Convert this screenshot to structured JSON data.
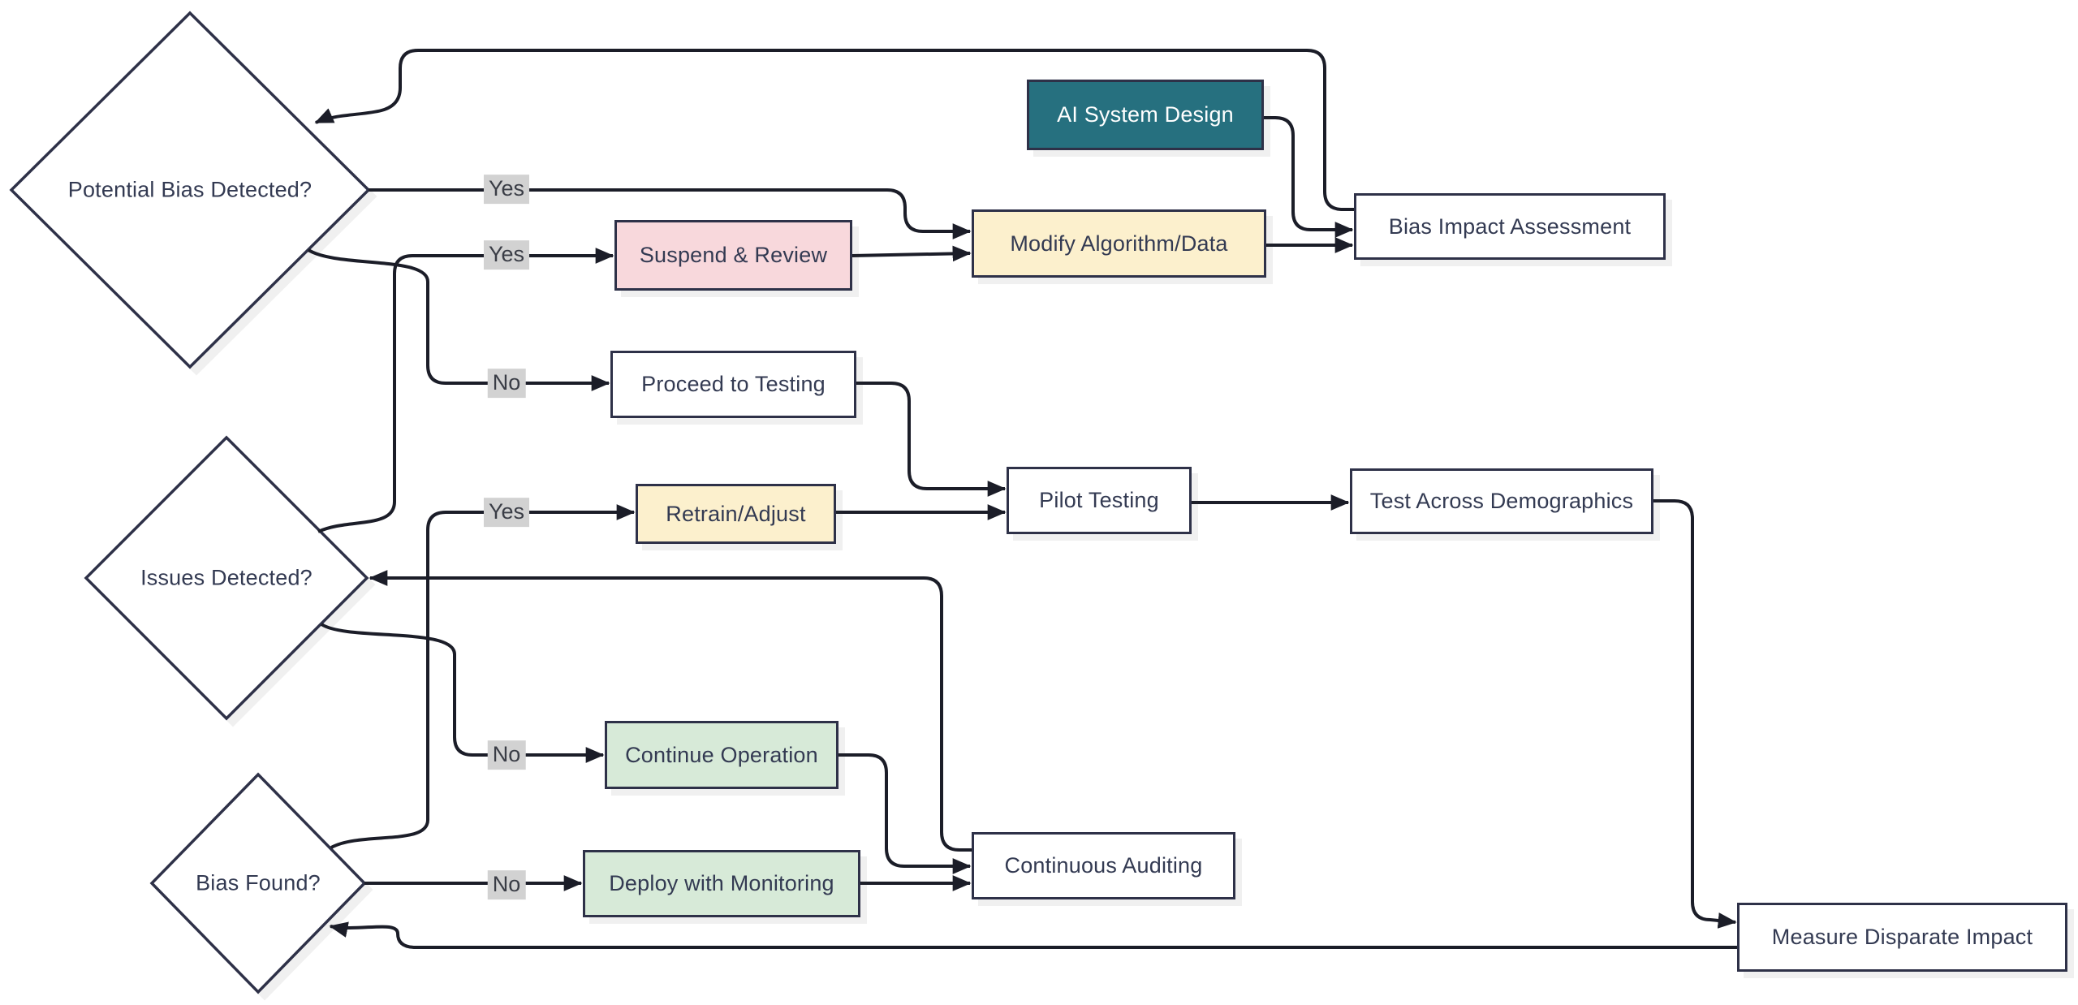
{
  "diagram": {
    "type": "flowchart",
    "title": "AI bias governance flowchart",
    "background": "#ffffff",
    "colors": {
      "edge_line": "#1b1d28",
      "node_border": "#2e3148",
      "node_text": "#333a52",
      "teal_fill": "#26707f",
      "teal_text": "#ffffff",
      "yellow_fill": "#fcf0cd",
      "pink_fill": "#f8d8dc",
      "green_fill": "#d7ead8",
      "white_fill": "#ffffff",
      "edge_label_bg": "#d2d2d2"
    },
    "nodes": {
      "ai_design": {
        "label": "AI System Design",
        "shape": "rect",
        "fill": "teal"
      },
      "bias_impact": {
        "label": "Bias Impact Assessment",
        "shape": "rect",
        "fill": "white"
      },
      "potential_bias": {
        "label": "Potential Bias Detected?",
        "shape": "diamond",
        "fill": "white"
      },
      "suspend": {
        "label": "Suspend & Review",
        "shape": "rect",
        "fill": "pink"
      },
      "modify": {
        "label": "Modify Algorithm/Data",
        "shape": "rect",
        "fill": "yellow"
      },
      "proceed": {
        "label": "Proceed to Testing",
        "shape": "rect",
        "fill": "white"
      },
      "retrain": {
        "label": "Retrain/Adjust",
        "shape": "rect",
        "fill": "yellow"
      },
      "pilot": {
        "label": "Pilot Testing",
        "shape": "rect",
        "fill": "white"
      },
      "test_demo": {
        "label": "Test Across Demographics",
        "shape": "rect",
        "fill": "white"
      },
      "issues": {
        "label": "Issues Detected?",
        "shape": "diamond",
        "fill": "white"
      },
      "continue_op": {
        "label": "Continue Operation",
        "shape": "rect",
        "fill": "green"
      },
      "deploy": {
        "label": "Deploy with Monitoring",
        "shape": "rect",
        "fill": "green"
      },
      "audit": {
        "label": "Continuous Auditing",
        "shape": "rect",
        "fill": "white"
      },
      "bias_found": {
        "label": "Bias Found?",
        "shape": "diamond",
        "fill": "white"
      },
      "measure": {
        "label": "Measure Disparate Impact",
        "shape": "rect",
        "fill": "white"
      }
    },
    "edges": [
      {
        "from": "AI System Design",
        "to": "Bias Impact Assessment",
        "label": ""
      },
      {
        "from": "Bias Impact Assessment",
        "to": "Potential Bias Detected?",
        "label": ""
      },
      {
        "from": "Potential Bias Detected?",
        "to": "Modify Algorithm/Data",
        "label": "Yes"
      },
      {
        "from": "Modify Algorithm/Data",
        "to": "Bias Impact Assessment",
        "label": ""
      },
      {
        "from": "Potential Bias Detected?",
        "to": "Proceed to Testing",
        "label": "No"
      },
      {
        "from": "Proceed to Testing",
        "to": "Pilot Testing",
        "label": ""
      },
      {
        "from": "Issues Detected?",
        "to": "Suspend & Review",
        "label": "Yes"
      },
      {
        "from": "Suspend & Review",
        "to": "Modify Algorithm/Data",
        "label": ""
      },
      {
        "from": "Issues Detected?",
        "to": "Continue Operation",
        "label": "No"
      },
      {
        "from": "Bias Found?",
        "to": "Retrain/Adjust",
        "label": "Yes"
      },
      {
        "from": "Retrain/Adjust",
        "to": "Pilot Testing",
        "label": ""
      },
      {
        "from": "Pilot Testing",
        "to": "Test Across Demographics",
        "label": ""
      },
      {
        "from": "Test Across Demographics",
        "to": "Measure Disparate Impact",
        "label": ""
      },
      {
        "from": "Measure Disparate Impact",
        "to": "Bias Found?",
        "label": ""
      },
      {
        "from": "Bias Found?",
        "to": "Deploy with Monitoring",
        "label": "No"
      },
      {
        "from": "Continue Operation",
        "to": "Continuous Auditing",
        "label": ""
      },
      {
        "from": "Deploy with Monitoring",
        "to": "Continuous Auditing",
        "label": ""
      },
      {
        "from": "Continuous Auditing",
        "to": "Issues Detected?",
        "label": ""
      }
    ],
    "edge_labels": [
      {
        "text": "Yes"
      },
      {
        "text": "Yes"
      },
      {
        "text": "No"
      },
      {
        "text": "Yes"
      },
      {
        "text": "No"
      },
      {
        "text": "No"
      }
    ]
  }
}
